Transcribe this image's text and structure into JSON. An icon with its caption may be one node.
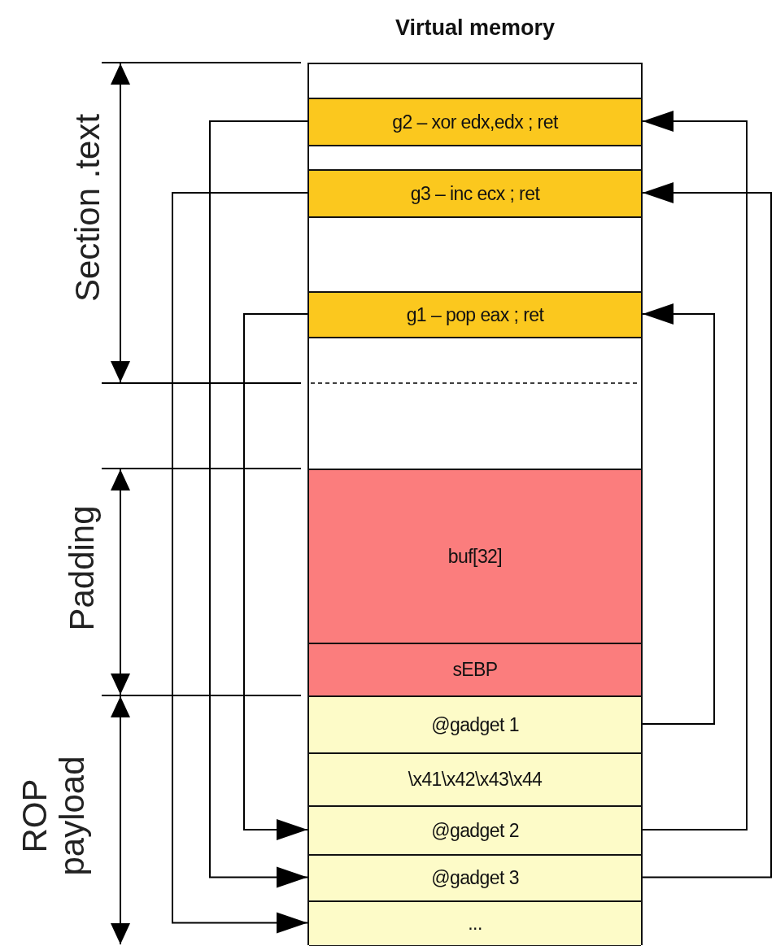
{
  "diagram": {
    "nodes": [
      {
        "text": [
          "Virtual memory"
        ]
      },
      {
        "text": [
          "g2 – xor edx,edx ; ret"
        ],
        "in": 0
      },
      {
        "text": [
          "g3 – inc ecx ; ret"
        ],
        "in": 0
      },
      {
        "text": [
          "g1 – pop eax ; ret"
        ],
        "in": 0
      },
      {
        "text": [
          "buf[32]"
        ],
        "in": 0
      },
      {
        "text": [
          "sEBP"
        ],
        "in": 0
      },
      {
        "text": [
          "@gadget 1"
        ],
        "in": 0
      },
      {
        "text": [
          "\\x41\\x42\\x43\\x44"
        ],
        "in": 0
      },
      {
        "text": [
          "@gadget 2"
        ],
        "in": 0
      },
      {
        "text": [
          "@gadget 3"
        ],
        "in": 0
      },
      {
        "text": [
          "..."
        ],
        "in": 0
      }
    ],
    "edges": [
      {
        "from": 6,
        "to": 3,
        "arrow": "to"
      },
      {
        "from": 8,
        "to": 1,
        "arrow": "to"
      },
      {
        "from": 9,
        "to": 2,
        "arrow": "to"
      },
      {
        "from": 3,
        "to": 8,
        "arrow": "to"
      },
      {
        "from": 1,
        "to": 9,
        "arrow": "to"
      },
      {
        "from": 2,
        "to": 10,
        "arrow": "to"
      }
    ],
    "labels": [
      "Section .text",
      "Padding",
      "ROP payload"
    ]
  }
}
